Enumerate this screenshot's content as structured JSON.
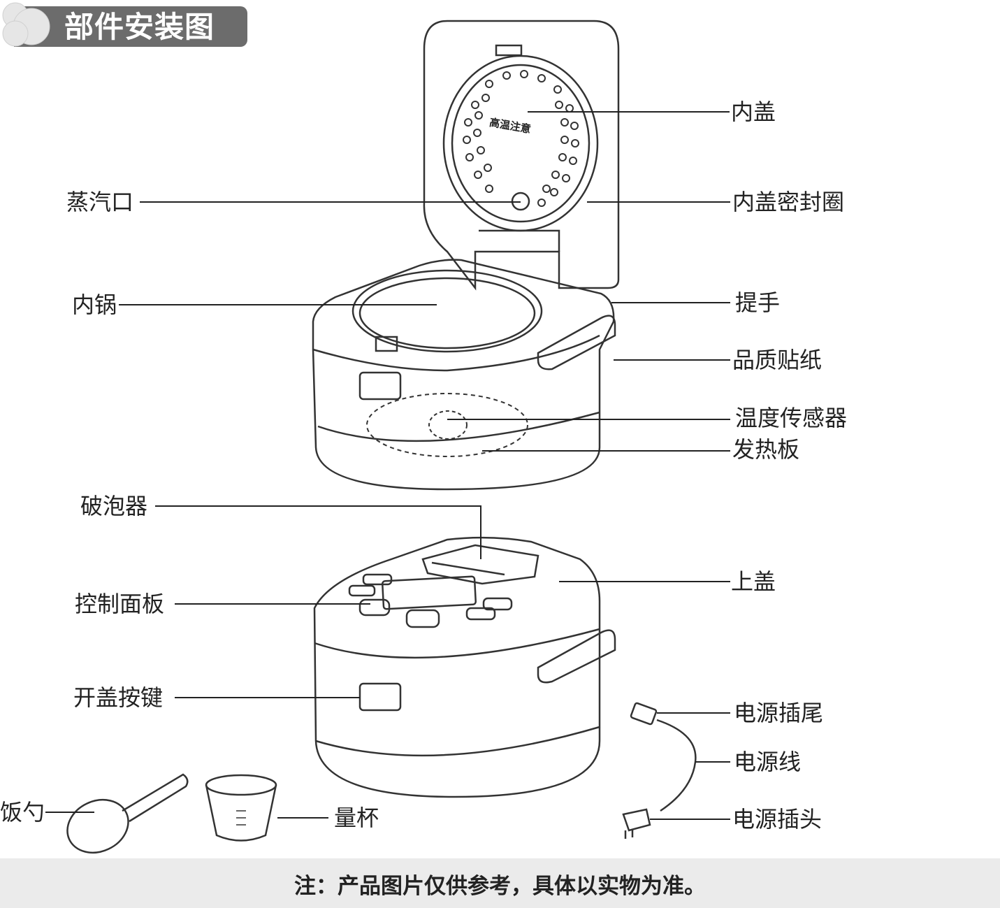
{
  "title": "部件安装图",
  "lid_print": "高温注意",
  "labels": {
    "inner_lid": "内盖",
    "inner_lid_seal": "内盖密封圈",
    "steam_vent": "蒸汽口",
    "inner_pot": "内锅",
    "handle": "提手",
    "quality_sticker": "品质贴纸",
    "temp_sensor": "温度传感器",
    "heating_plate": "发热板",
    "bubble_breaker": "破泡器",
    "top_lid": "上盖",
    "control_panel": "控制面板",
    "lid_open_button": "开盖按键",
    "power_socket_end": "电源插尾",
    "power_cord": "电源线",
    "power_plug": "电源插头",
    "rice_spoon": "饭勺",
    "measuring_cup": "量杯"
  },
  "footer_note": "注：产品图片仅供参考，具体以实物为准。"
}
